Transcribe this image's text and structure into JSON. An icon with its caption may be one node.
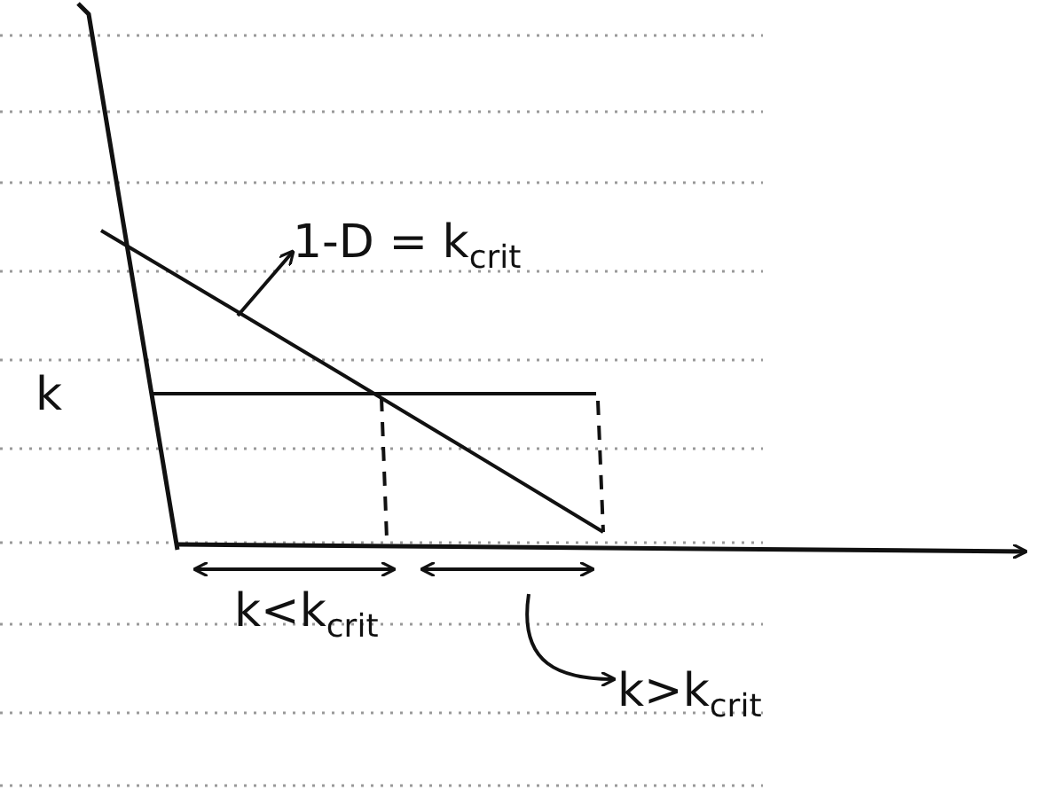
{
  "diagram": {
    "nodes": [
      {
        "text": [
          "1-D = k$_{crit}$"
        ]
      },
      {
        "text": [],
        "shape": "line"
      },
      {
        "text": [
          "k>k$_{crit}$"
        ]
      }
    ],
    "edges": [
      {
        "from": 1,
        "to": 0,
        "arrow": "to"
      },
      {
        "from": null,
        "to": 2,
        "arrow": "to"
      }
    ],
    "labels": [
      "k",
      "k<k$_{crit}$"
    ]
  }
}
